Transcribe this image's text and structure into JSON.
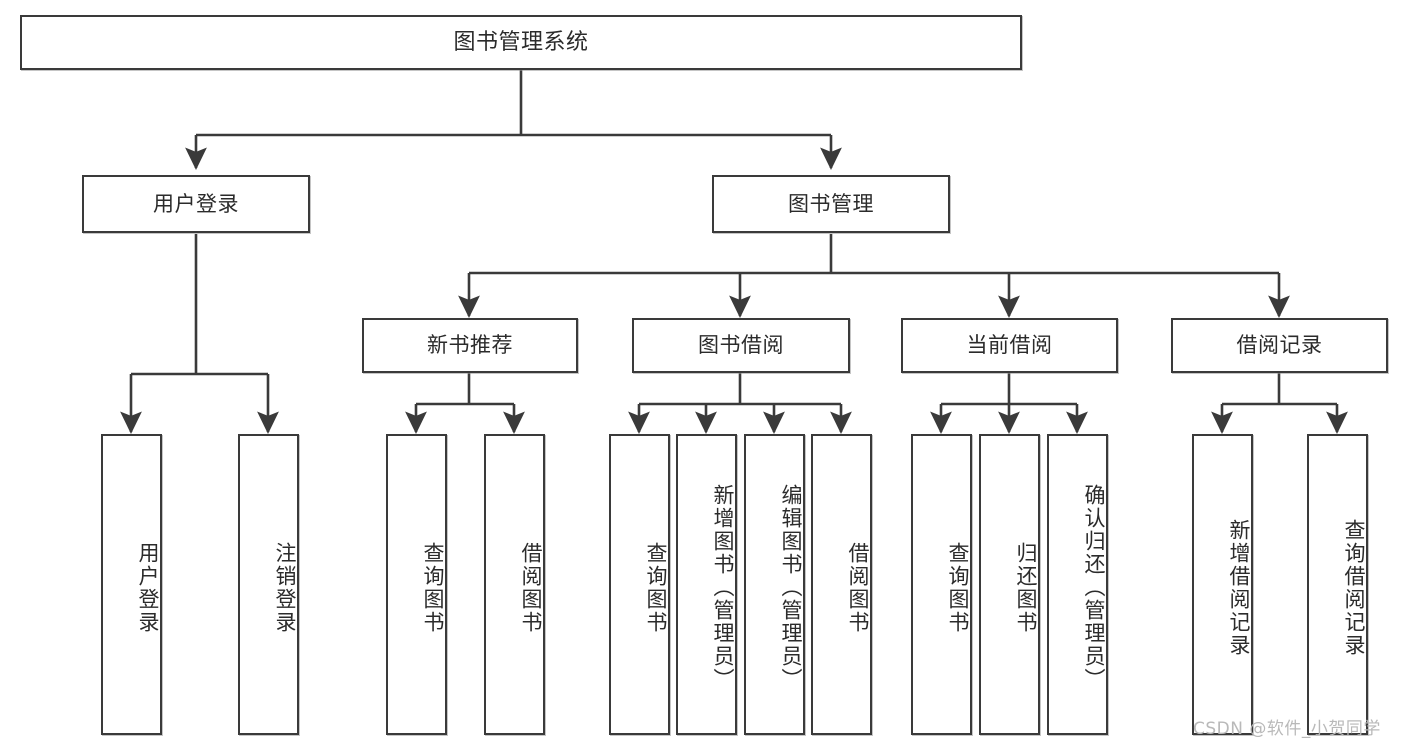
{
  "diagram": {
    "type": "tree",
    "title": "图书管理系统",
    "orientation": "top-down",
    "colors": {
      "box_border": "#3a3a3a",
      "box_fill": "#ffffff",
      "text": "#2b2b2b",
      "edge": "#3a3a3a",
      "watermark": "#b9b9b9"
    }
  },
  "root": {
    "label": "图书管理系统"
  },
  "level2": [
    {
      "id": "user-login",
      "label": "用户登录"
    },
    {
      "id": "book-management",
      "label": "图书管理"
    }
  ],
  "level3": [
    {
      "id": "new-book-recommend",
      "label": "新书推荐"
    },
    {
      "id": "book-borrow",
      "label": "图书借阅"
    },
    {
      "id": "current-borrow",
      "label": "当前借阅"
    },
    {
      "id": "borrow-record",
      "label": "借阅记录"
    }
  ],
  "leaves": {
    "user_login": [
      {
        "id": "leaf-user-login",
        "label": "用户登录"
      },
      {
        "id": "leaf-logout",
        "label": "注销登录"
      }
    ],
    "new_book_recommend": [
      {
        "id": "leaf-query-book-1",
        "label": "查询图书"
      },
      {
        "id": "leaf-borrow-book-1",
        "label": "借阅图书"
      }
    ],
    "book_borrow": [
      {
        "id": "leaf-query-book-2",
        "label": "查询图书"
      },
      {
        "id": "leaf-add-book",
        "label": "新增图书（管理员）"
      },
      {
        "id": "leaf-edit-book",
        "label": "编辑图书（管理员）"
      },
      {
        "id": "leaf-borrow-book-2",
        "label": "借阅图书"
      }
    ],
    "current_borrow": [
      {
        "id": "leaf-query-book-3",
        "label": "查询图书"
      },
      {
        "id": "leaf-return-book",
        "label": "归还图书"
      },
      {
        "id": "leaf-confirm-return",
        "label": "确认归还（管理员）"
      }
    ],
    "borrow_record": [
      {
        "id": "leaf-add-record",
        "label": "新增借阅记录"
      },
      {
        "id": "leaf-query-record",
        "label": "查询借阅记录"
      }
    ]
  },
  "watermark": {
    "text": "CSDN @软件_小贺同学"
  }
}
